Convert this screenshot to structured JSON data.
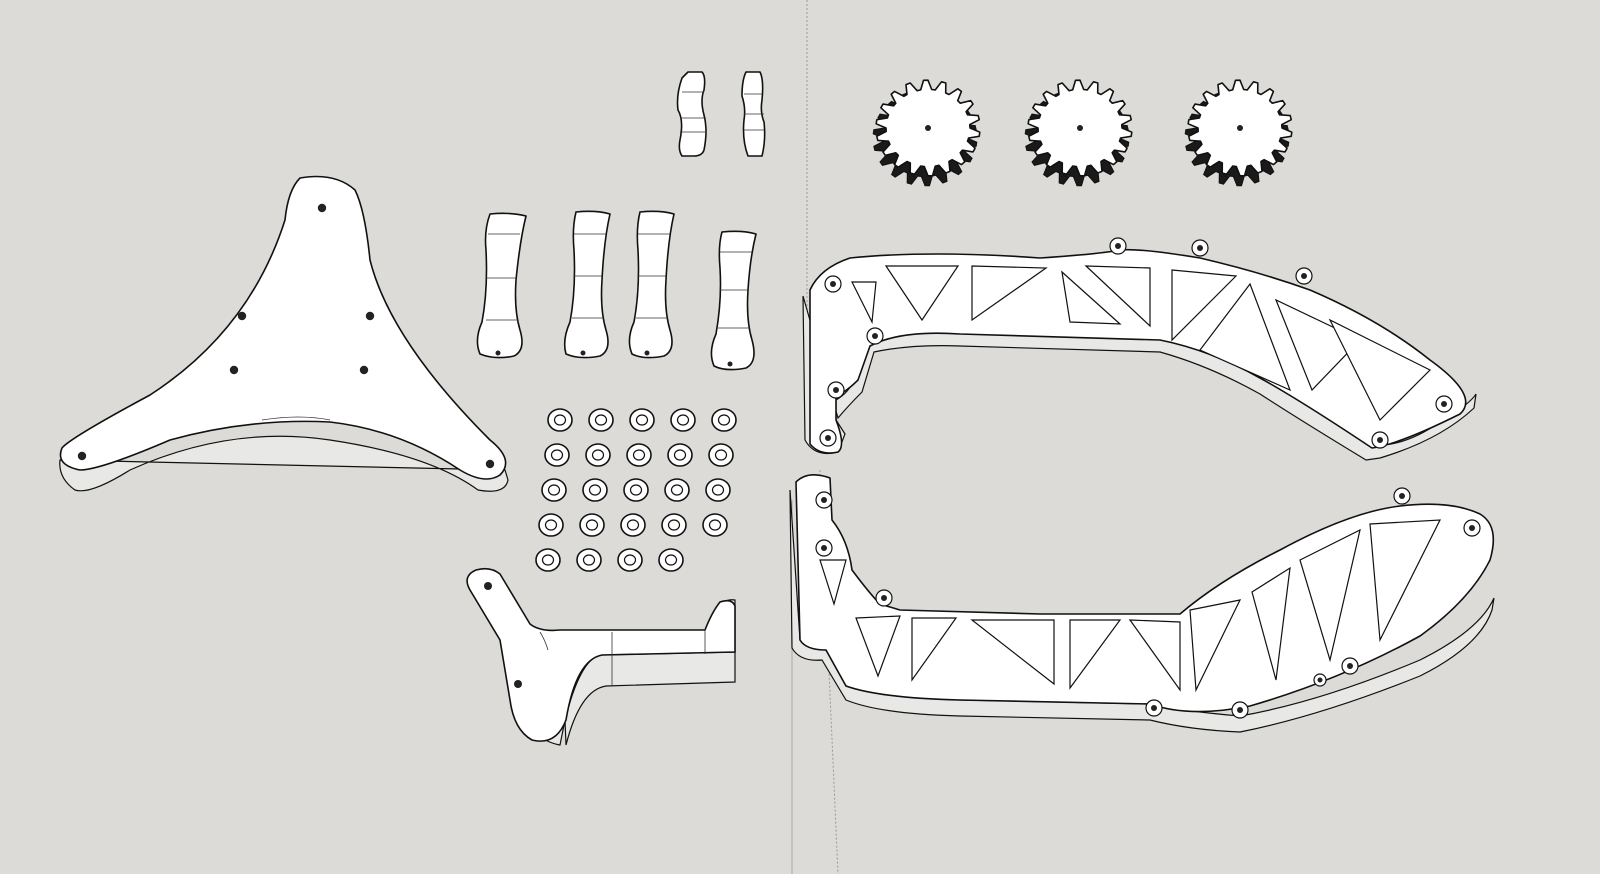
{
  "scene": {
    "background": "#dcdbd7",
    "axis_color": "#9a9a9a",
    "part_fill": "#ffffff",
    "part_stroke": "#111111"
  },
  "parts": {
    "triangle_plate": "tripod-plate",
    "spacers": [
      "spacer",
      "spacer",
      "spacer",
      "spacer"
    ],
    "clips": [
      "clip",
      "clip"
    ],
    "gears": [
      "gear",
      "gear",
      "gear"
    ],
    "washer_rows": [
      5,
      5,
      5,
      5,
      4
    ],
    "bracket": "l-bracket",
    "frames": [
      "truss-frame-upper",
      "truss-frame-lower"
    ]
  }
}
